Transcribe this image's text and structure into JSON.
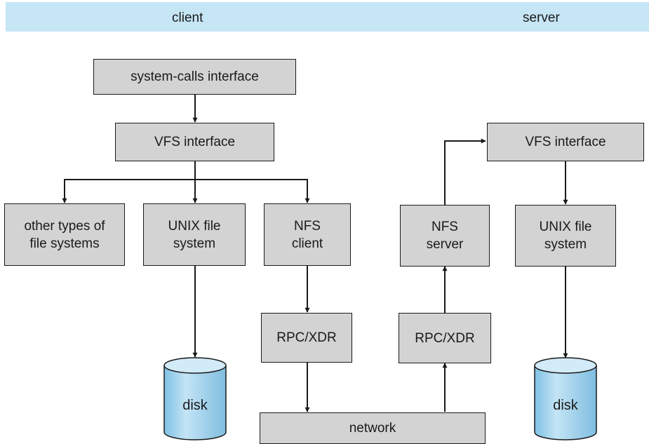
{
  "header": {
    "client_label": "client",
    "server_label": "server"
  },
  "client": {
    "syscall": "system-calls interface",
    "vfs": "VFS interface",
    "other_fs_line1": "other types of",
    "other_fs_line2": "file systems",
    "unix_line1": "UNIX file",
    "unix_line2": "system",
    "nfs_line1": "NFS",
    "nfs_line2": "client",
    "rpc": "RPC/XDR",
    "disk": "disk"
  },
  "server": {
    "vfs": "VFS interface",
    "nfs_line1": "NFS",
    "nfs_line2": "server",
    "unix_line1": "UNIX file",
    "unix_line2": "system",
    "rpc": "RPC/XDR",
    "disk": "disk"
  },
  "network": "network",
  "colors": {
    "box_fill": "#d3d3d3",
    "banner": "#c6e6f6",
    "disk_fill": "#9fd2ec",
    "disk_top": "#cde9f7"
  }
}
